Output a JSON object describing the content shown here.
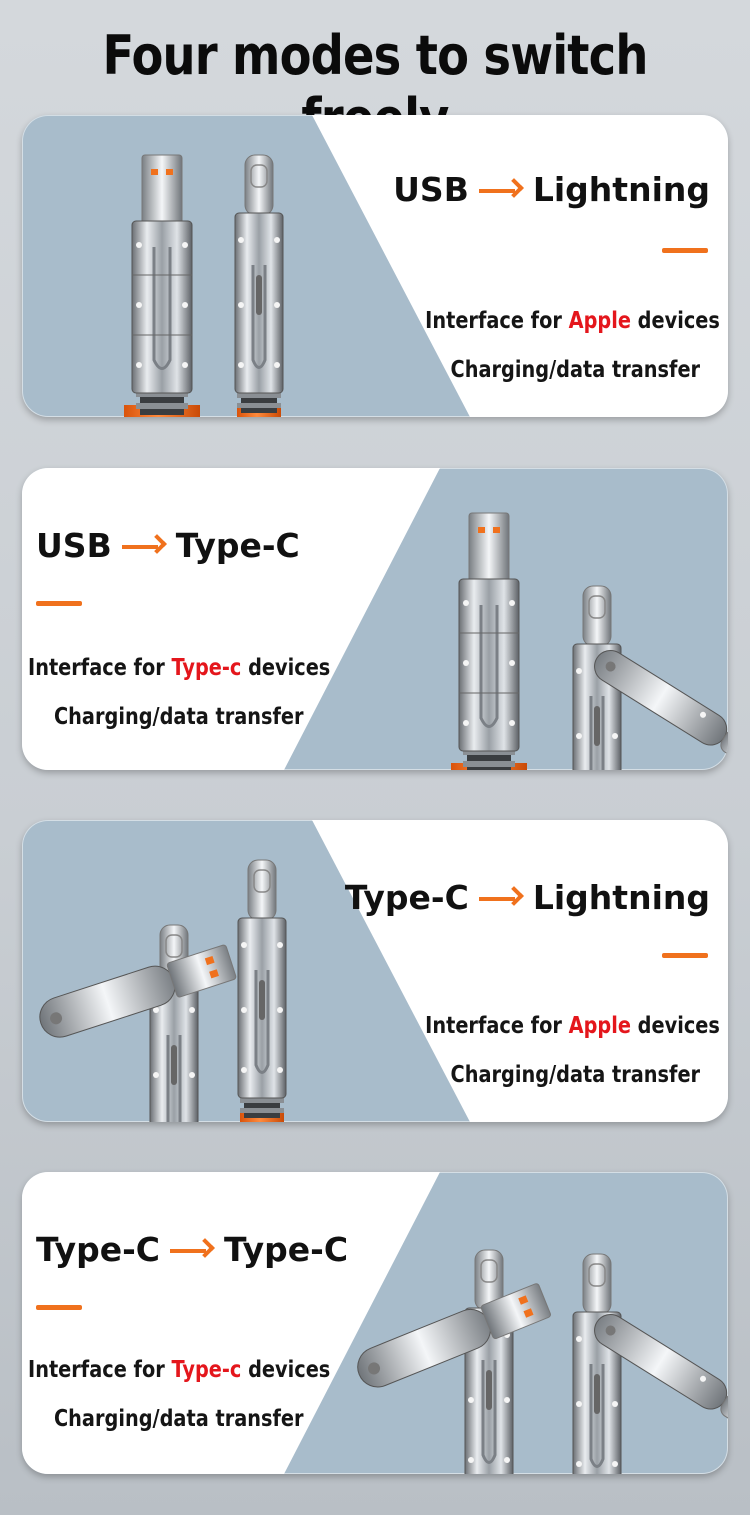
{
  "headline": "Four modes to switch freely",
  "colors": {
    "accent": "#f0711d",
    "highlight": "#e4161c",
    "panel_bg": "#a8bccb"
  },
  "modes": [
    {
      "from": "USB",
      "to": "Lightning",
      "desc_prefix": "Interface for ",
      "desc_highlight": "Apple",
      "desc_suffix": " devices",
      "sub": "Charging/data transfer"
    },
    {
      "from": "USB",
      "to": "Type-C",
      "desc_prefix": "Interface for ",
      "desc_highlight": "Type-c",
      "desc_suffix": " devices",
      "sub": "Charging/data transfer"
    },
    {
      "from": "Type-C",
      "to": "Lightning",
      "desc_prefix": "Interface for ",
      "desc_highlight": "Apple",
      "desc_suffix": " devices",
      "sub": "Charging/data transfer"
    },
    {
      "from": "Type-C",
      "to": "Type-C",
      "desc_prefix": "Interface for ",
      "desc_highlight": "Type-c",
      "desc_suffix": " devices",
      "sub": "Charging/data transfer"
    }
  ]
}
